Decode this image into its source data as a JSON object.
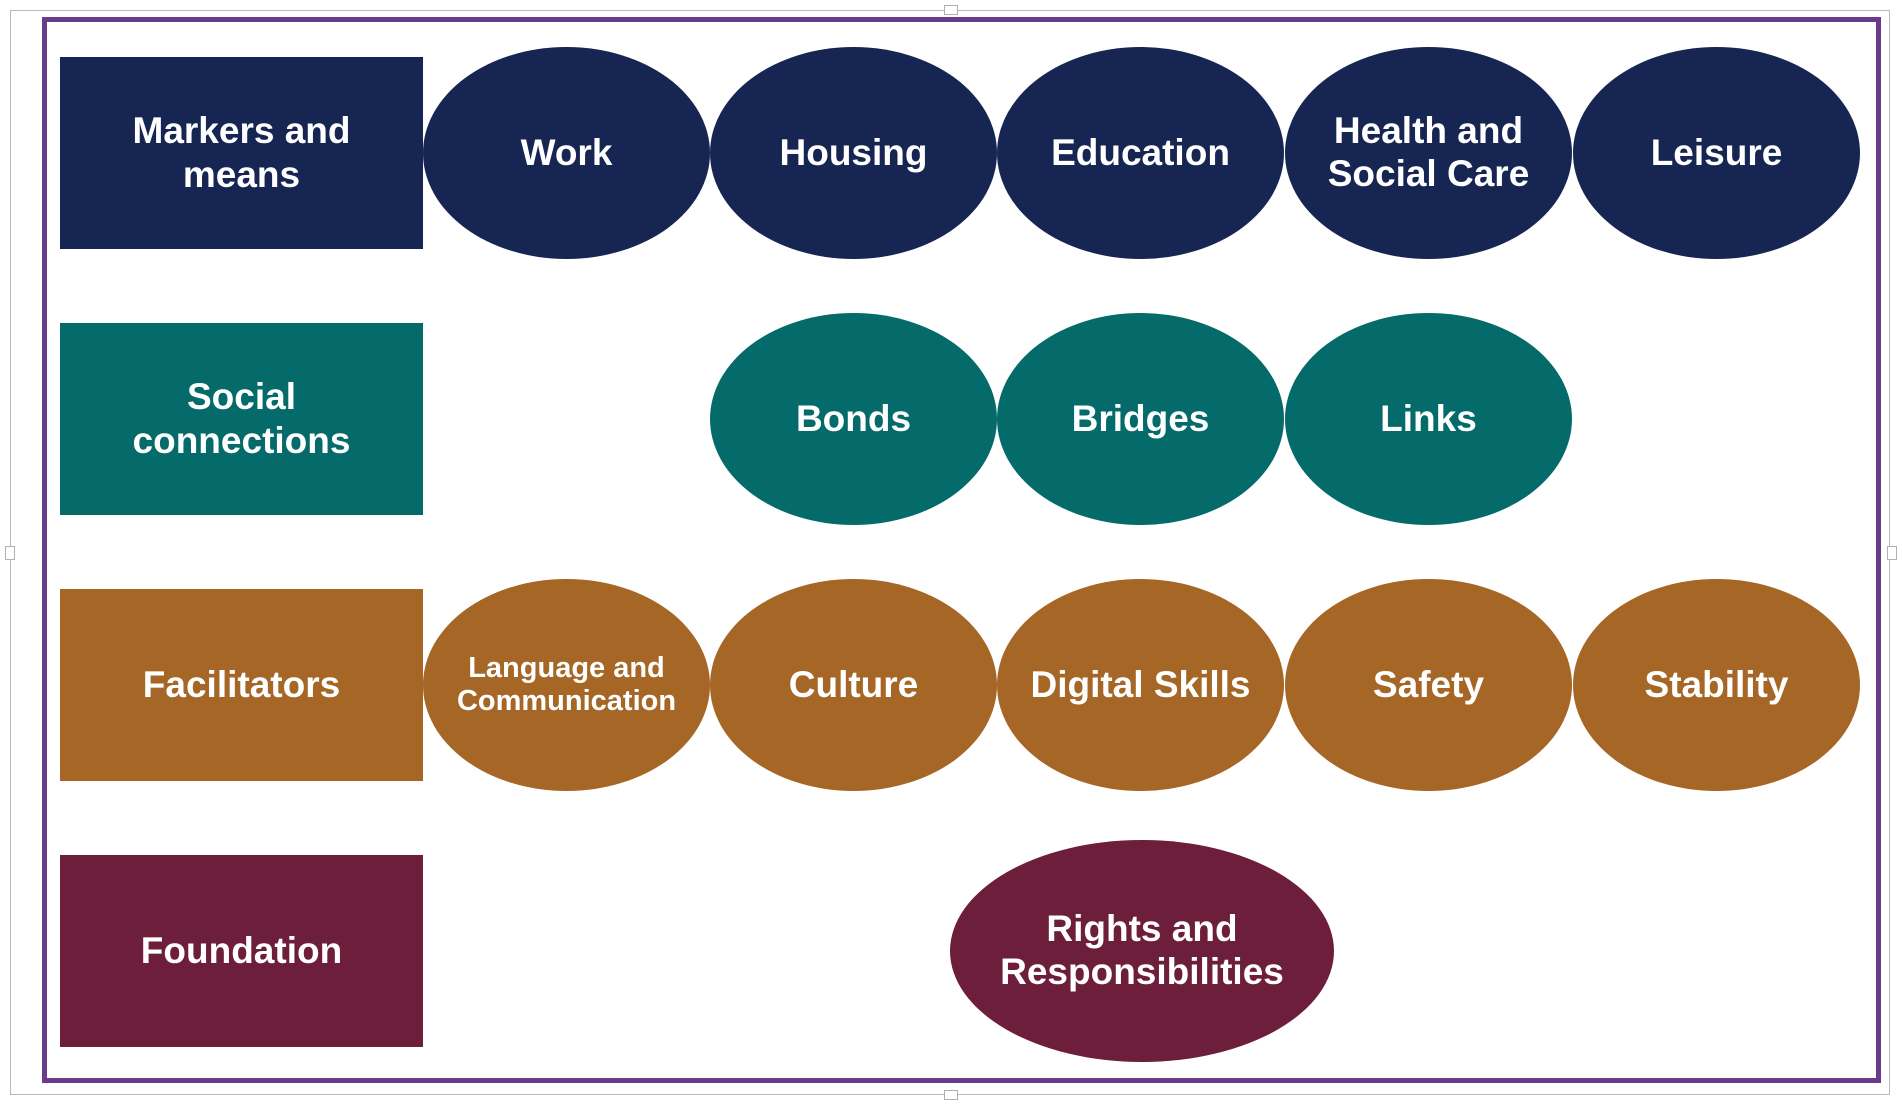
{
  "colors": {
    "markers": "#172553",
    "social": "#056a6a",
    "facilitators": "#a56626",
    "foundation": "#6c1e3a",
    "frame": "#6a3a8c"
  },
  "rows": {
    "markers": {
      "label": "Markers and\nmeans",
      "items": [
        "Work",
        "Housing",
        "Education",
        "Health and\nSocial Care",
        "Leisure"
      ]
    },
    "social": {
      "label": "Social\nconnections",
      "items": [
        "Bonds",
        "Bridges",
        "Links"
      ]
    },
    "facilitators": {
      "label": "Facilitators",
      "items": [
        "Language and\nCommunication",
        "Culture",
        "Digital Skills",
        "Safety",
        "Stability"
      ]
    },
    "foundation": {
      "label": "Foundation",
      "items": [
        "Rights and\nResponsibilities"
      ]
    }
  }
}
